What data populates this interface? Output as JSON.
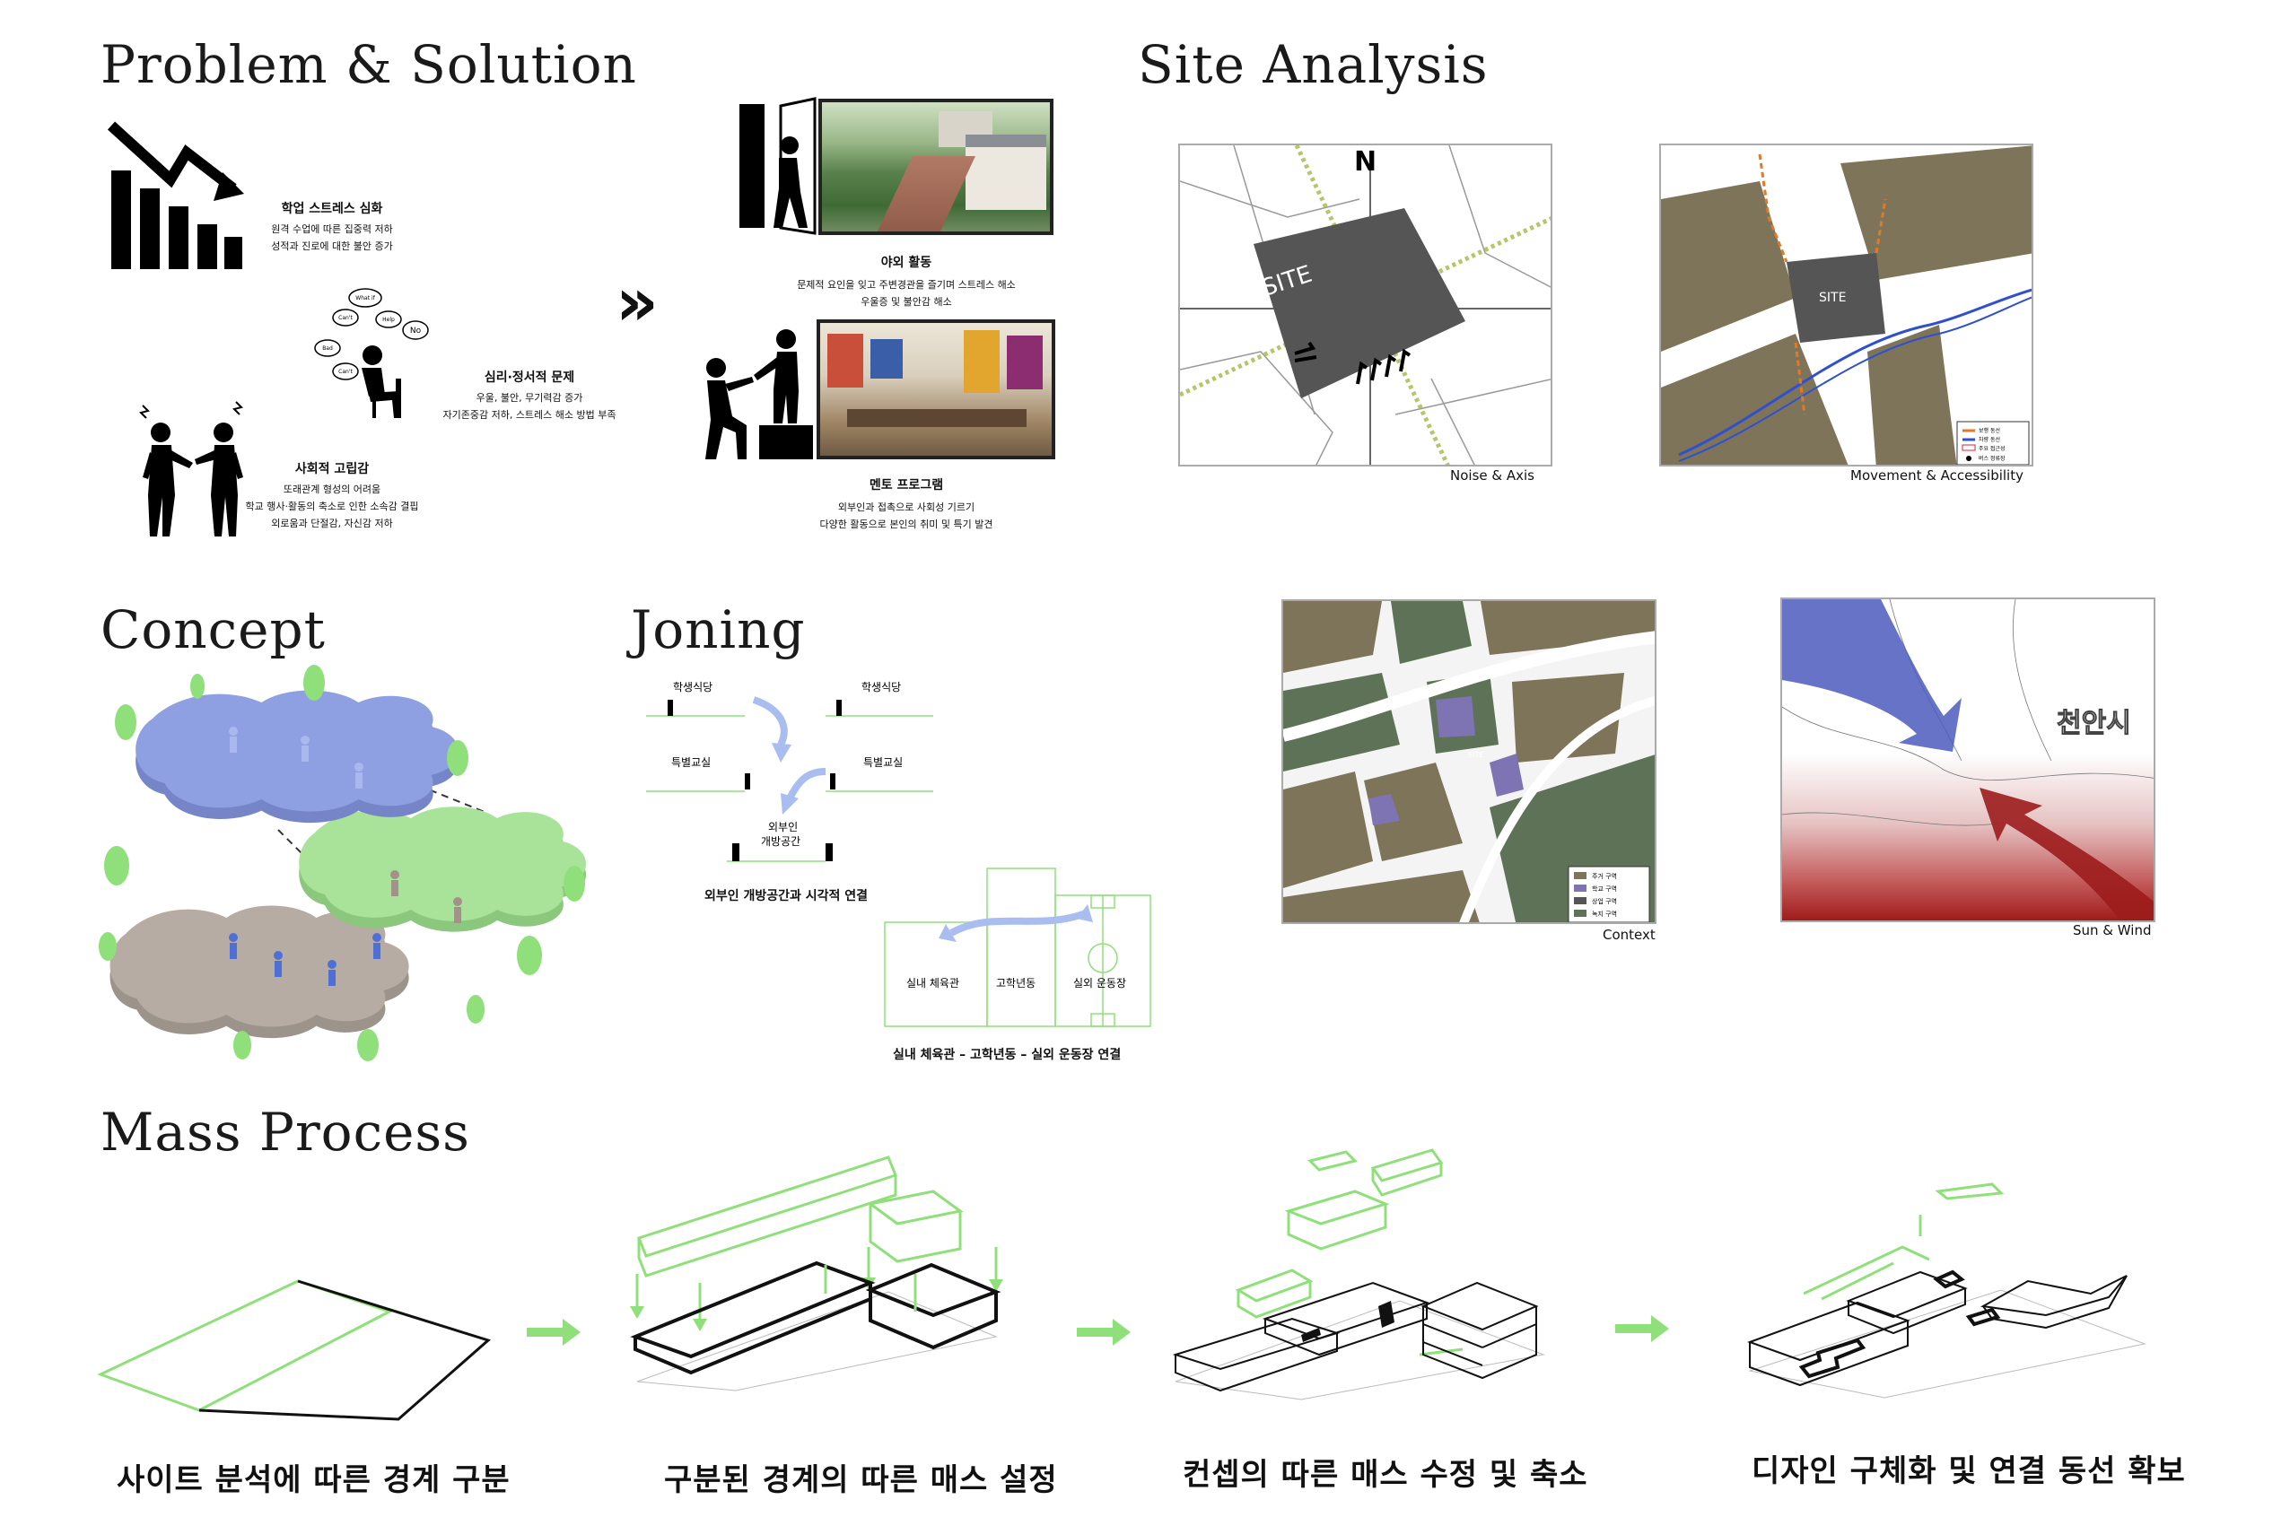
{
  "headings": {
    "problem": "Problem & Solution",
    "site": "Site Analysis",
    "concept": "Concept",
    "joning": "Joning",
    "mass": "Mass Process"
  },
  "problems": [
    {
      "title": "학업 스트레스 심화",
      "lines": [
        "원격 수업에 따른 집중력 저하",
        "성적과 진로에 대한 불안 증가"
      ]
    },
    {
      "title": "심리·정서적 문제",
      "lines": [
        "우울, 불안, 무기력감 증가",
        "자기존중감 저하, 스트레스 해소 방법 부족"
      ]
    },
    {
      "title": "사회적 고립감",
      "lines": [
        "또래관계 형성의 어려움",
        "학교 행사·활동의 축소로 인한 소속감 결핍",
        "외로움과 단절감, 자신감 저하"
      ]
    }
  ],
  "bubbles": [
    "What if",
    "Can't",
    "Help",
    "No",
    "Bad",
    "Can't"
  ],
  "arrow_glyph": "»",
  "solutions": [
    {
      "title": "야외 활동",
      "lines": [
        "문제적 요인을 잊고 주변경관을 즐기며 스트레스 해소",
        "우울증 및 불안감 해소"
      ]
    },
    {
      "title": "멘토 프로그램",
      "lines": [
        "외부인과 접촉으로 사회성 기르기",
        "다양한 활동으로 본인의 취미 및 특기 발견"
      ]
    }
  ],
  "site_maps": {
    "noise": {
      "caption": "Noise & Axis",
      "north": "N",
      "site_label": "SITE"
    },
    "movement": {
      "caption": "Movement & Accessibility",
      "site_label": "SITE",
      "legend": [
        "보행 동선",
        "차량 동선",
        "주요 접근성",
        "버스 정류장"
      ]
    },
    "context": {
      "caption": "Context",
      "site_label": "SITE",
      "legend": [
        "주거 구역",
        "학교 구역",
        "상업 구역",
        "녹지 구역"
      ]
    },
    "sun": {
      "caption": "Sun & Wind",
      "city_label": "천안시"
    }
  },
  "joning": {
    "labels": [
      "학생식당",
      "학생식당",
      "특별교실",
      "특별교실"
    ],
    "open_space": [
      "외부인",
      "개방공간"
    ],
    "caption1": "외부인 개방공간과 시각적 연결",
    "blocks": [
      "실내 체육관",
      "고학년동",
      "실외 운동장"
    ],
    "caption2": "실내 체육관 – 고학년동 – 실외 운동장 연결"
  },
  "mass_steps": [
    "사이트 분석에 따른 경계 구분",
    "구분된 경계의 따른 매스 설정",
    "컨셉의 따른 매스 수정 및 축소",
    "디자인 구체화 및 연결 동선 확보"
  ],
  "colors": {
    "accent_green": "#8fe07a",
    "puzzle_blue": "#8ea0e2",
    "puzzle_green": "#a9e39a",
    "puzzle_gray": "#b7aca3",
    "site_dark": "#555555",
    "khaki": "#7d7459",
    "purple": "#7f74b3",
    "dark_green": "#5d7256",
    "wind_blue": "#4b5bbd",
    "wind_red": "#9c1c1c"
  }
}
